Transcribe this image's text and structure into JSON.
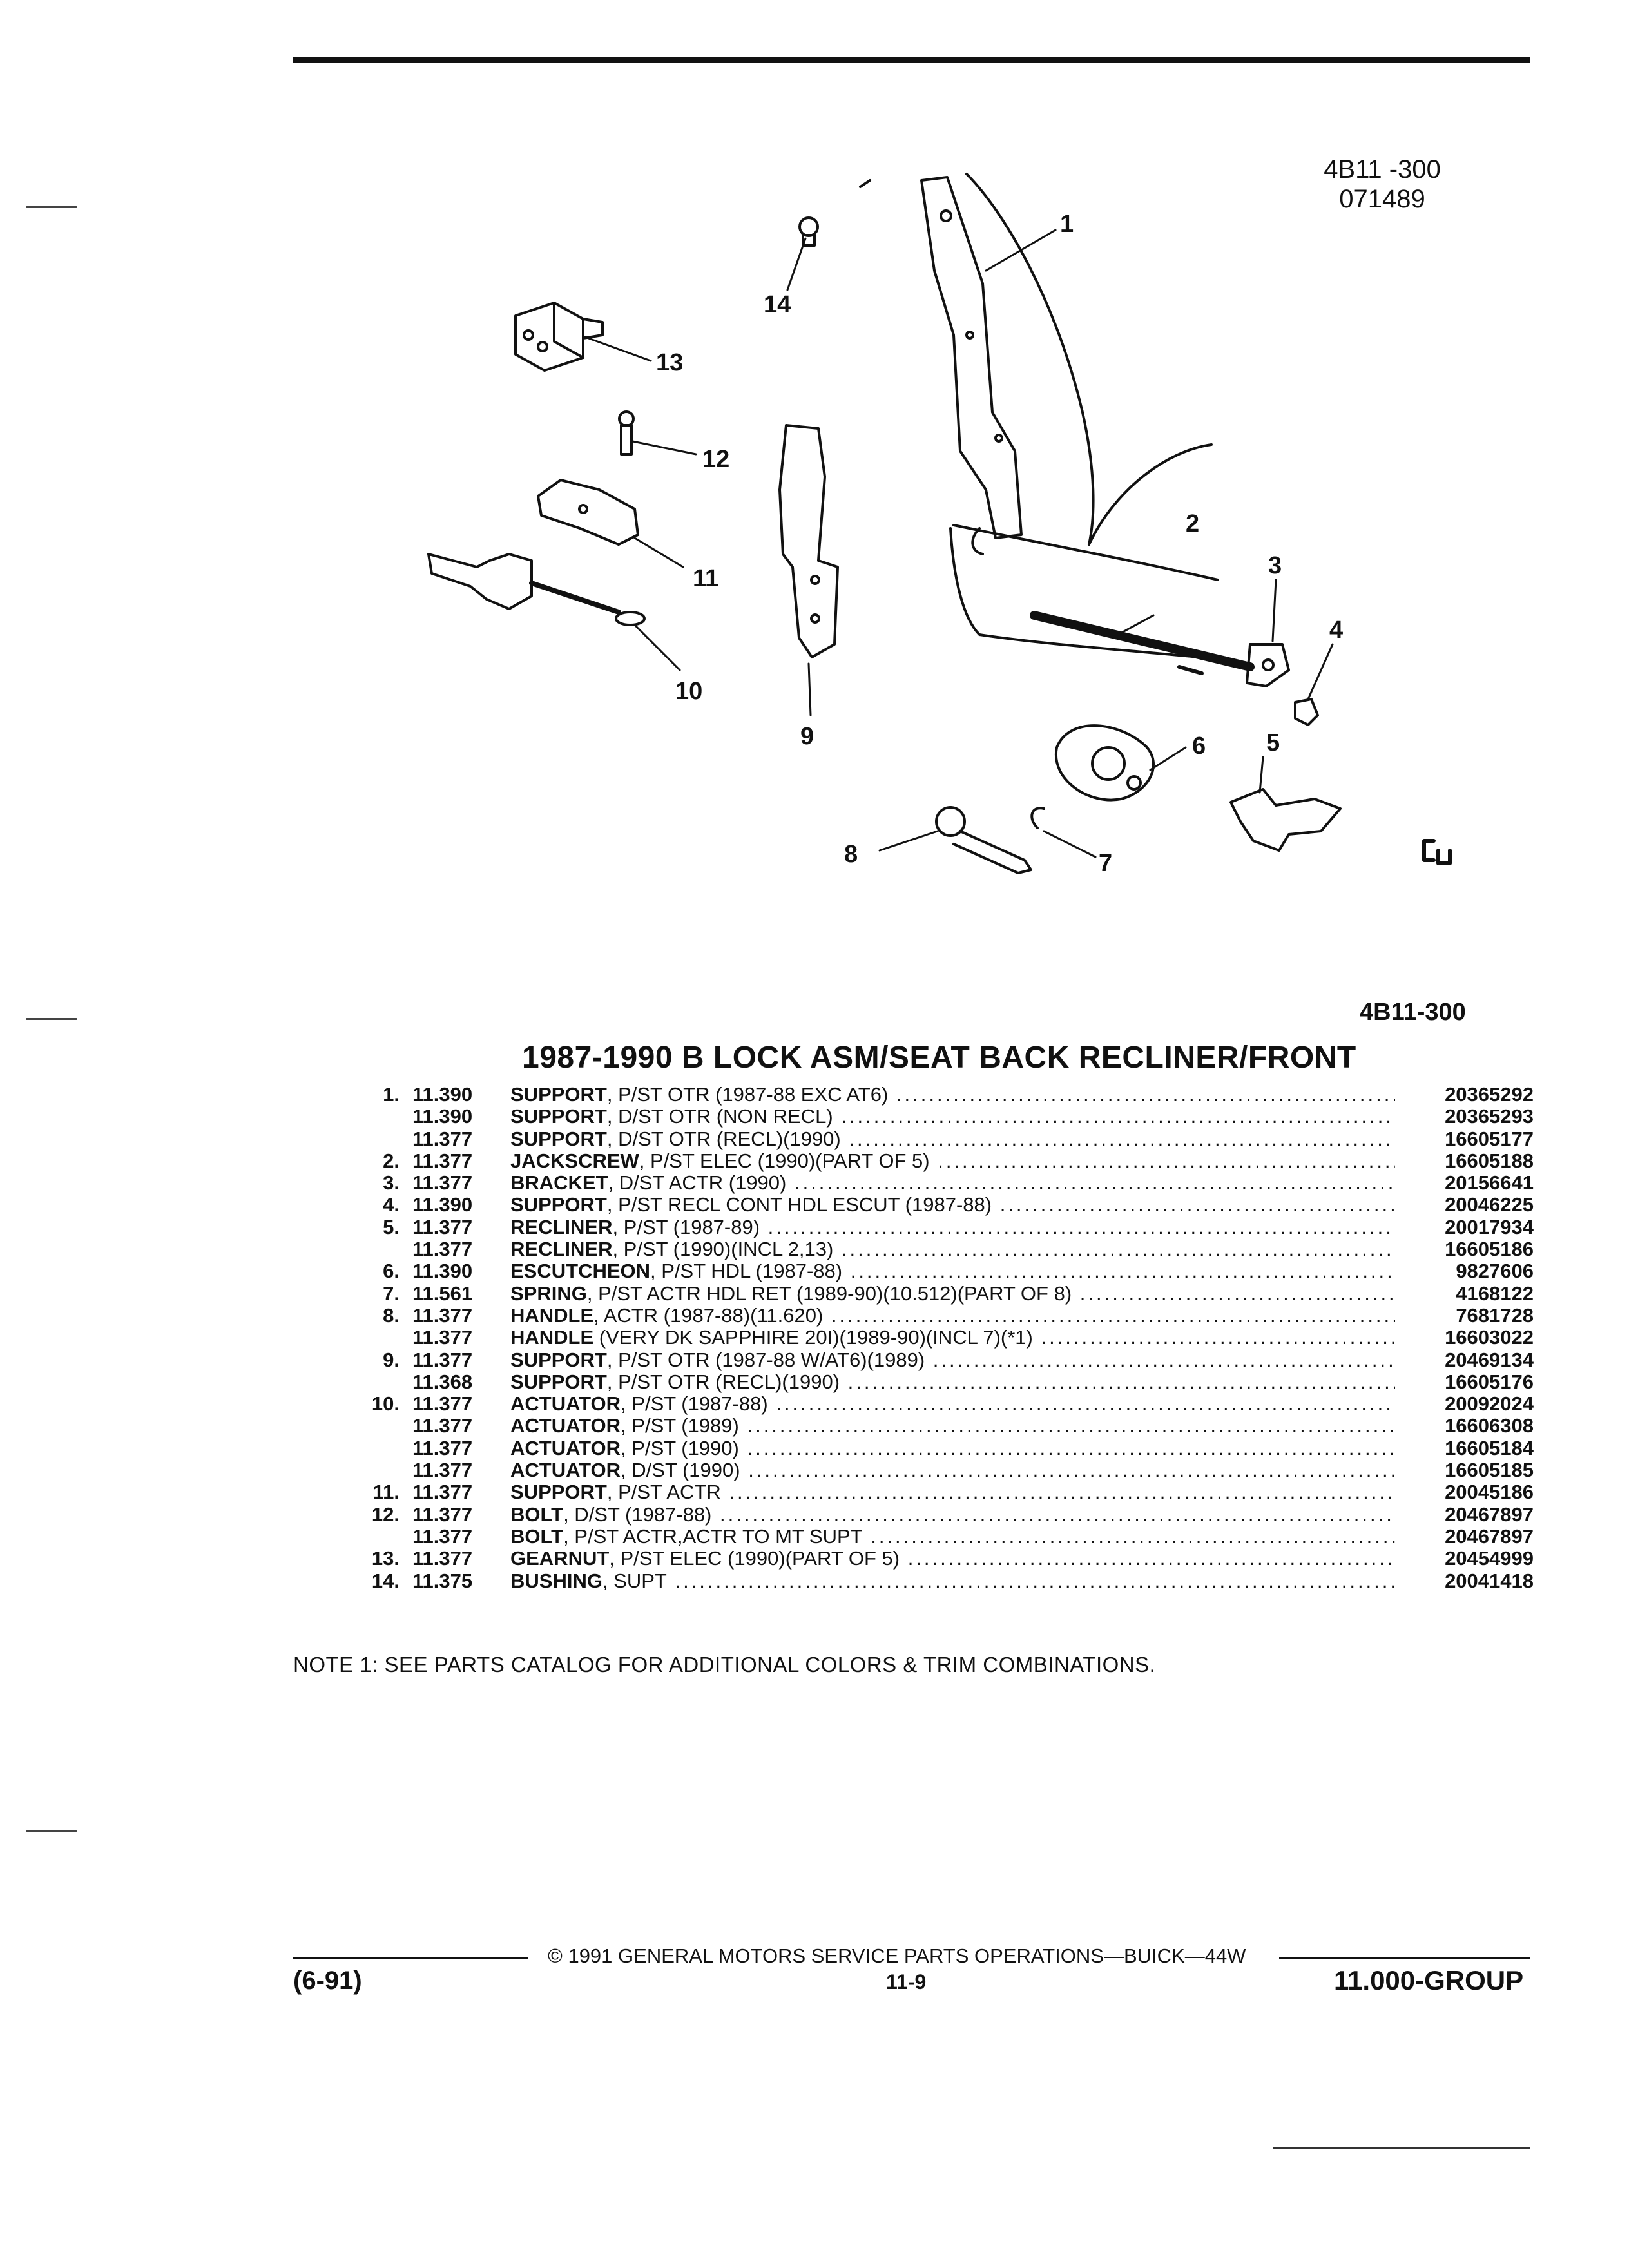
{
  "figure": {
    "code_top_line1": "4B11 -300",
    "code_top_line2": "071489",
    "code_bottom": "4B11-300",
    "callouts": [
      "1",
      "2",
      "3",
      "4",
      "5",
      "6",
      "7",
      "8",
      "9",
      "10",
      "11",
      "12",
      "13",
      "14"
    ]
  },
  "title": "1987-1990 B LOCK ASM/SEAT BACK RECLINER/FRONT",
  "parts": [
    {
      "idx": "1.",
      "group": "11.390",
      "name": "SUPPORT",
      "desc": ", P/ST OTR (1987-88 EXC AT6)",
      "pn": "20365292"
    },
    {
      "idx": "",
      "group": "11.390",
      "name": "SUPPORT",
      "desc": ", D/ST OTR (NON RECL)",
      "pn": "20365293"
    },
    {
      "idx": "",
      "group": "11.377",
      "name": "SUPPORT",
      "desc": ", D/ST OTR (RECL)(1990)",
      "pn": "16605177"
    },
    {
      "idx": "2.",
      "group": "11.377",
      "name": "JACKSCREW",
      "desc": ", P/ST ELEC (1990)(PART OF 5)",
      "pn": "16605188"
    },
    {
      "idx": "3.",
      "group": "11.377",
      "name": "BRACKET",
      "desc": ", D/ST ACTR (1990)",
      "pn": "20156641"
    },
    {
      "idx": "4.",
      "group": "11.390",
      "name": "SUPPORT",
      "desc": ", P/ST RECL CONT HDL ESCUT (1987-88)",
      "pn": "20046225"
    },
    {
      "idx": "5.",
      "group": "11.377",
      "name": "RECLINER",
      "desc": ", P/ST (1987-89)",
      "pn": "20017934"
    },
    {
      "idx": "",
      "group": "11.377",
      "name": "RECLINER",
      "desc": ", P/ST (1990)(INCL 2,13)",
      "pn": "16605186"
    },
    {
      "idx": "6.",
      "group": "11.390",
      "name": "ESCUTCHEON",
      "desc": ", P/ST HDL (1987-88)",
      "pn": "9827606"
    },
    {
      "idx": "7.",
      "group": "11.561",
      "name": "SPRING",
      "desc": ", P/ST ACTR HDL RET (1989-90)(10.512)(PART OF 8)",
      "pn": "4168122"
    },
    {
      "idx": "8.",
      "group": "11.377",
      "name": "HANDLE",
      "desc": ", ACTR (1987-88)(11.620)",
      "pn": "7681728"
    },
    {
      "idx": "",
      "group": "11.377",
      "name": "HANDLE",
      "desc": " (VERY DK SAPPHIRE 20I)(1989-90)(INCL 7)(*1)",
      "pn": "16603022"
    },
    {
      "idx": "9.",
      "group": "11.377",
      "name": "SUPPORT",
      "desc": ", P/ST OTR (1987-88 W/AT6)(1989)",
      "pn": "20469134"
    },
    {
      "idx": "",
      "group": "11.368",
      "name": "SUPPORT",
      "desc": ", P/ST OTR (RECL)(1990)",
      "pn": "16605176"
    },
    {
      "idx": "10.",
      "group": "11.377",
      "name": "ACTUATOR",
      "desc": ", P/ST (1987-88)",
      "pn": "20092024"
    },
    {
      "idx": "",
      "group": "11.377",
      "name": "ACTUATOR",
      "desc": ", P/ST (1989)",
      "pn": "16606308"
    },
    {
      "idx": "",
      "group": "11.377",
      "name": "ACTUATOR",
      "desc": ", P/ST (1990)",
      "pn": "16605184"
    },
    {
      "idx": "",
      "group": "11.377",
      "name": "ACTUATOR",
      "desc": ", D/ST (1990)",
      "pn": "16605185"
    },
    {
      "idx": "11.",
      "group": "11.377",
      "name": "SUPPORT",
      "desc": ", P/ST ACTR",
      "pn": "20045186"
    },
    {
      "idx": "12.",
      "group": "11.377",
      "name": "BOLT",
      "desc": ", D/ST (1987-88)",
      "pn": "20467897"
    },
    {
      "idx": "",
      "group": "11.377",
      "name": "BOLT",
      "desc": ", P/ST ACTR,ACTR TO MT SUPT",
      "pn": "20467897"
    },
    {
      "idx": "13.",
      "group": "11.377",
      "name": "GEARNUT",
      "desc": ", P/ST ELEC (1990)(PART OF 5)",
      "pn": "20454999"
    },
    {
      "idx": "14.",
      "group": "11.375",
      "name": "BUSHING",
      "desc": ", SUPT",
      "pn": "20041418"
    }
  ],
  "note": "NOTE  1:  SEE PARTS CATALOG FOR ADDITIONAL COLORS & TRIM COMBINATIONS.",
  "footer": {
    "copyright": "© 1991 GENERAL MOTORS SERVICE PARTS OPERATIONS—BUICK—44W",
    "date": "(6-91)",
    "page": "11-9",
    "group": "11.000-GROUP"
  }
}
